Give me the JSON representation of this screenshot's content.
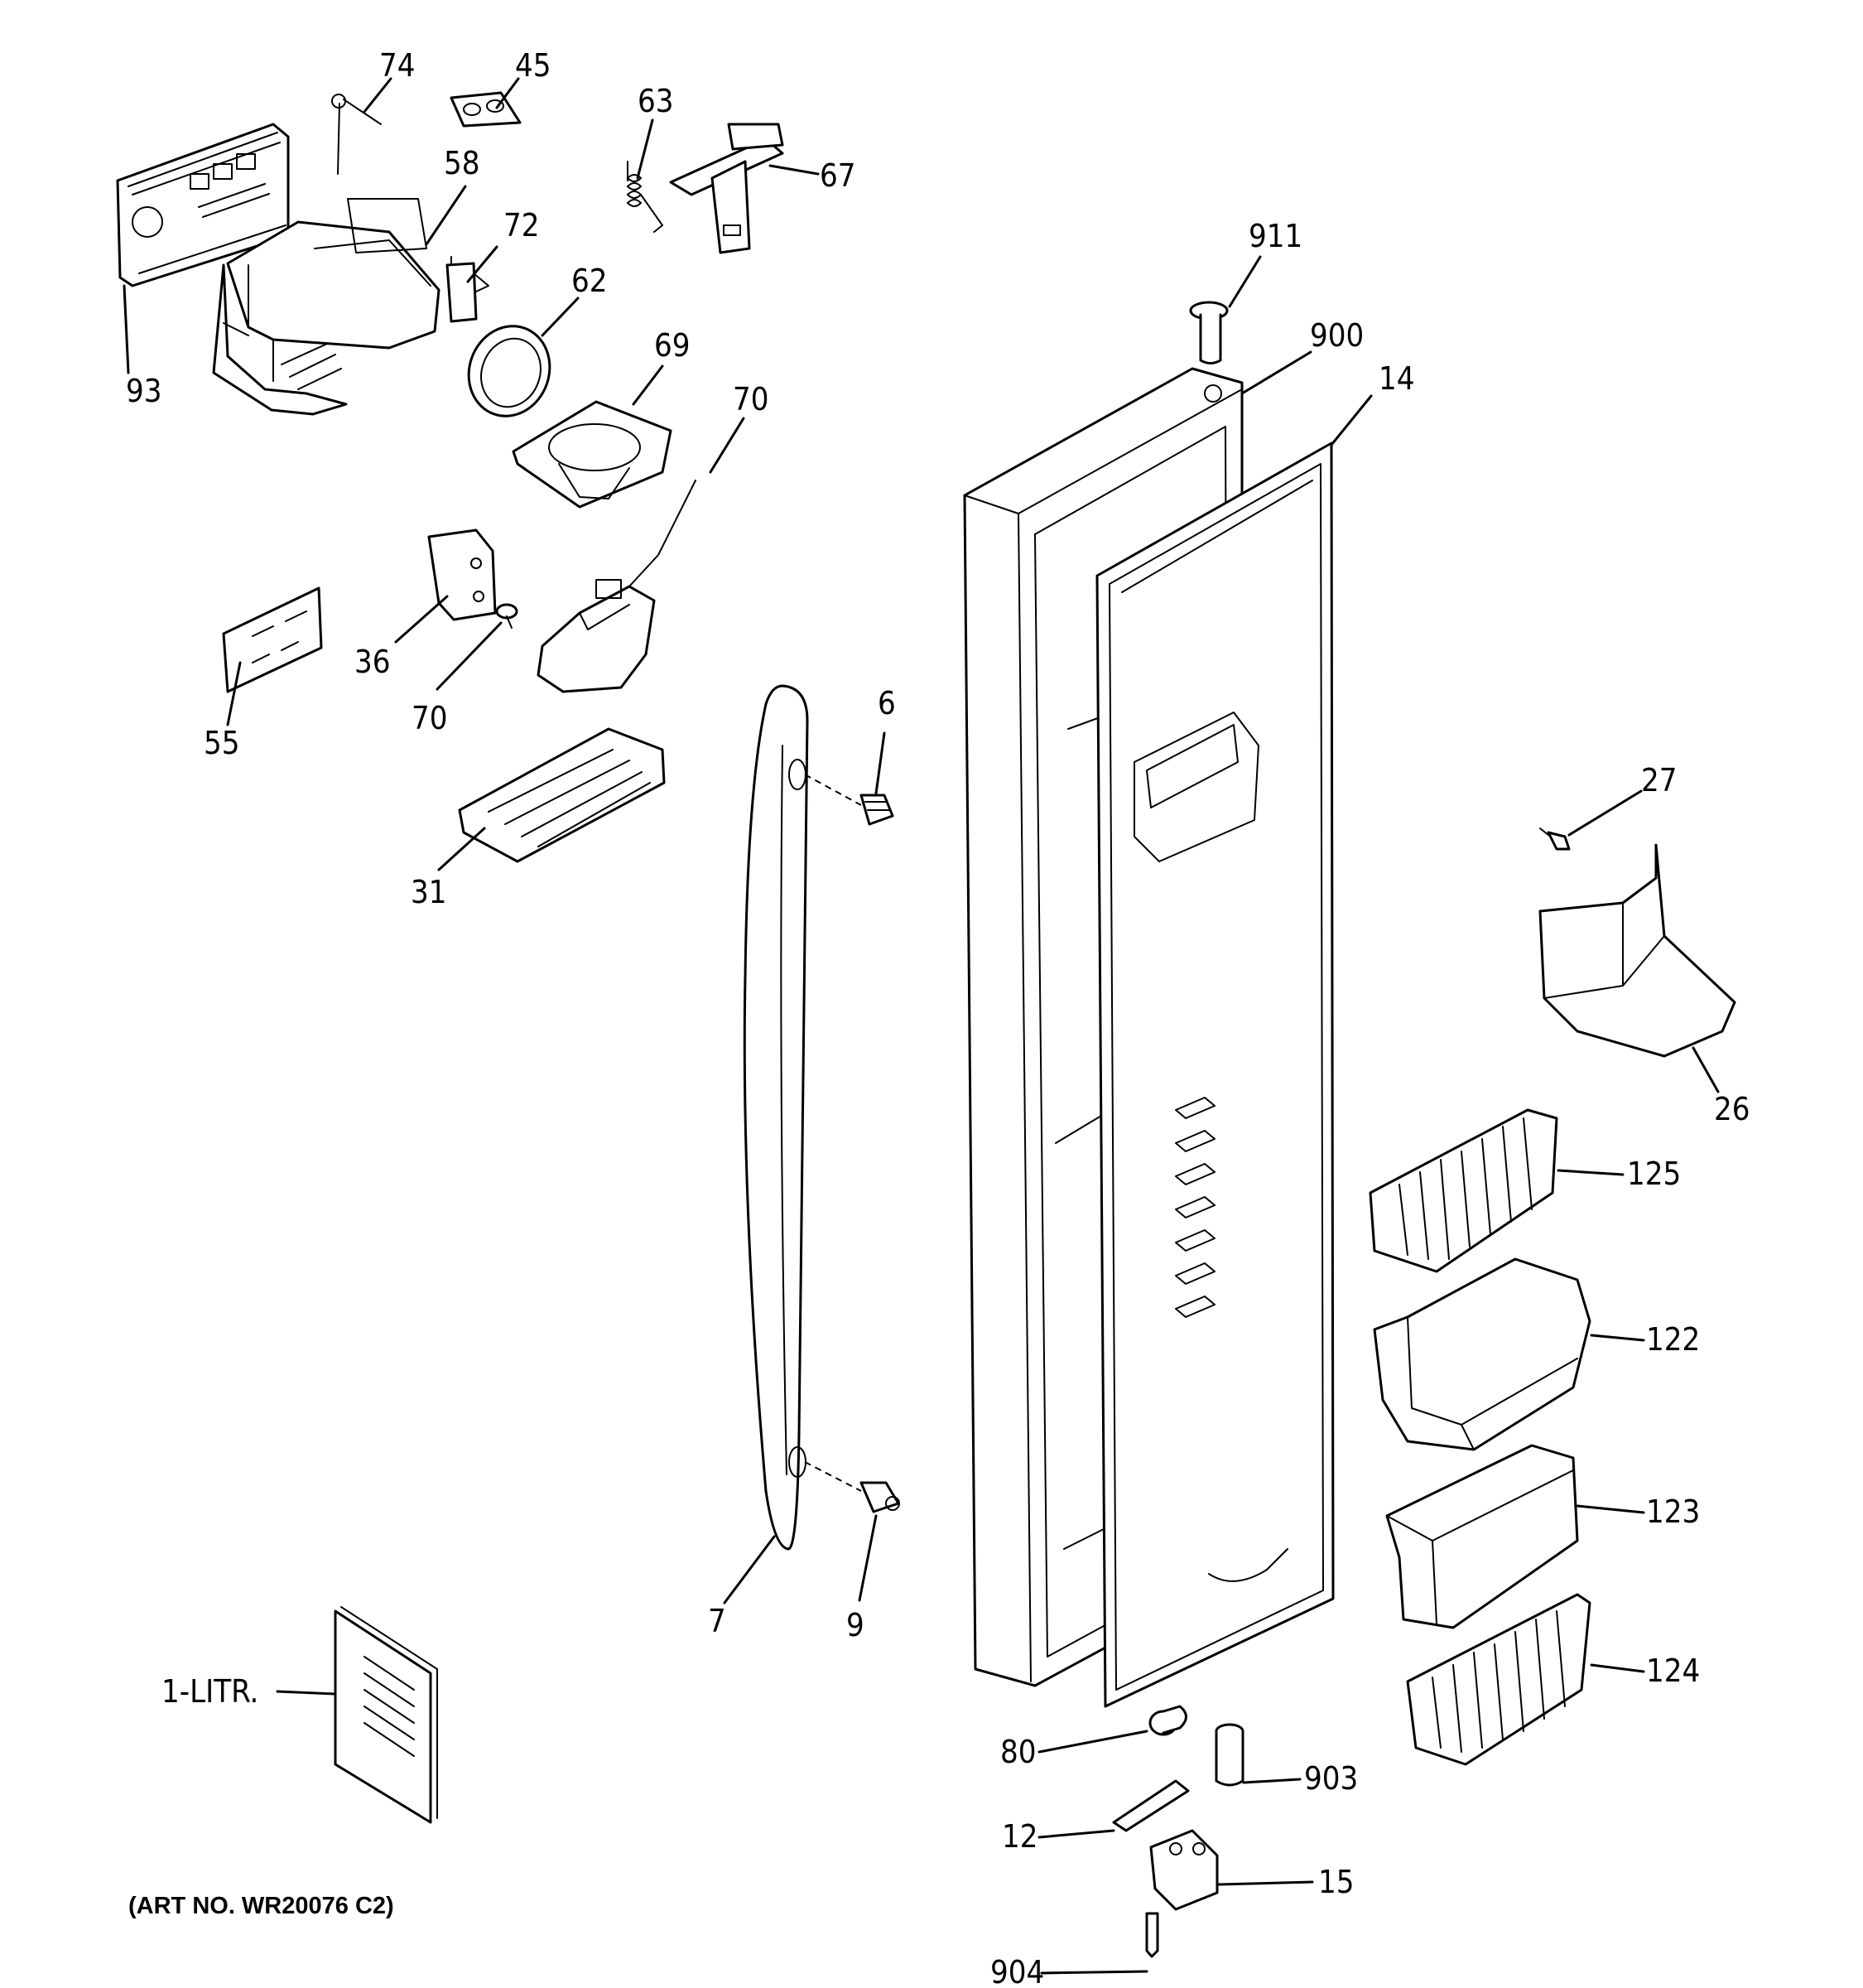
{
  "diagram": {
    "art_number": "(ART NO. WR20076 C2)",
    "callouts": {
      "c74": "74",
      "c45": "45",
      "c63": "63",
      "c67": "67",
      "c58": "58",
      "c72": "72",
      "c62": "62",
      "c93": "93",
      "c69": "69",
      "c70a": "70",
      "c36": "36",
      "c70b": "70",
      "c55": "55",
      "c31": "31",
      "c6": "6",
      "c7": "7",
      "c9": "9",
      "c911": "911",
      "c900": "900",
      "c14": "14",
      "c27": "27",
      "c26": "26",
      "c125": "125",
      "c122": "122",
      "c123": "123",
      "c124": "124",
      "c80": "80",
      "c903": "903",
      "c12": "12",
      "c15": "15",
      "c904": "904",
      "c1litr": "1-LITR."
    }
  }
}
